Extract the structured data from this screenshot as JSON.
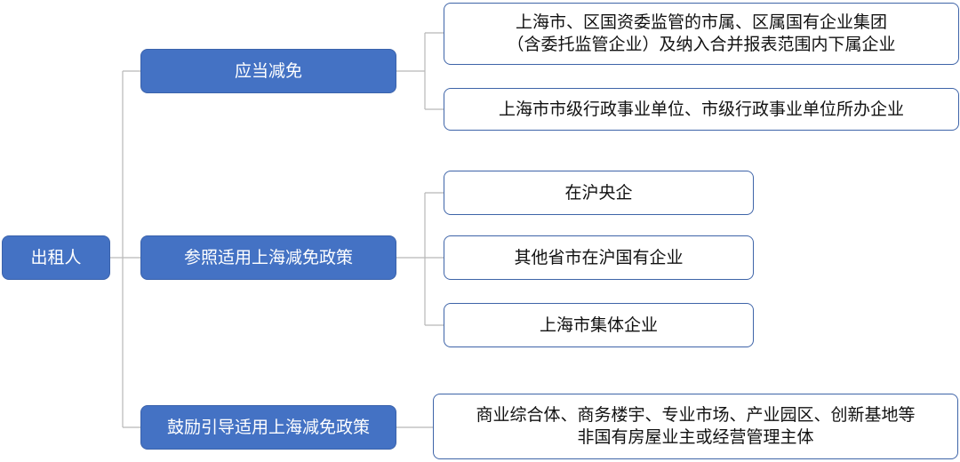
{
  "root": {
    "label": "出租人"
  },
  "categories": [
    {
      "label": "应当减免",
      "children": [
        {
          "lines": [
            "上海市、区国资委监管的市属、区属国有企业集团",
            "（含委托监管企业）及纳入合并报表范围内下属企业"
          ]
        },
        {
          "lines": [
            "上海市市级行政事业单位、市级行政事业单位所办企业"
          ]
        }
      ]
    },
    {
      "label": "参照适用上海减免政策",
      "children": [
        {
          "lines": [
            "在沪央企"
          ]
        },
        {
          "lines": [
            "其他省市在沪国有企业"
          ]
        },
        {
          "lines": [
            "上海市集体企业"
          ]
        }
      ]
    },
    {
      "label": "鼓励引导适用上海减免政策",
      "children": [
        {
          "lines": [
            "商业综合体、商务楼宇、专业市场、产业园区、创新基地等",
            "非国有房屋业主或经营管理主体"
          ]
        }
      ]
    }
  ]
}
